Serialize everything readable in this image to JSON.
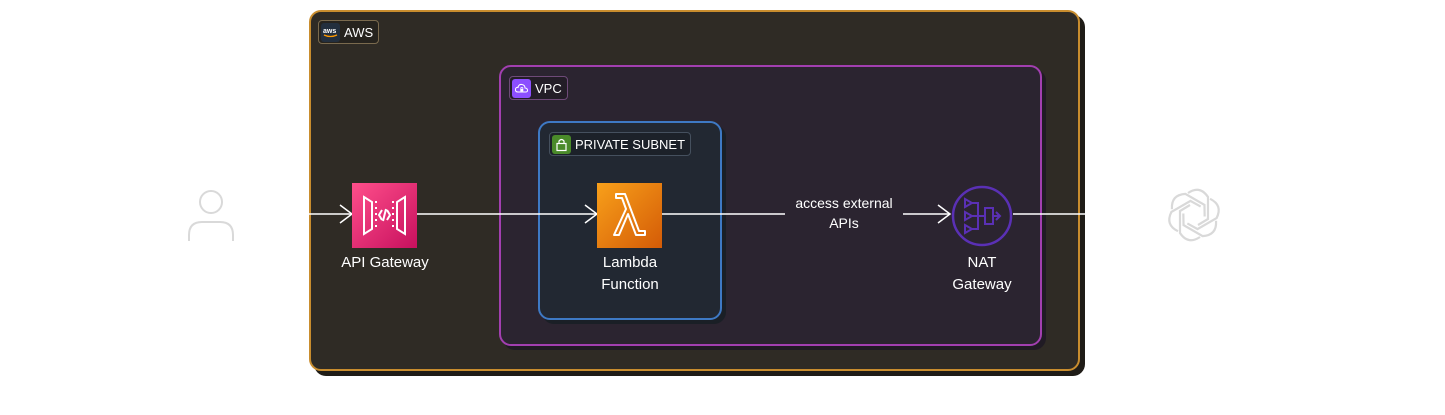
{
  "groups": {
    "aws": {
      "label": "AWS",
      "icon": "aws-logo-icon",
      "color": "#c98d2e"
    },
    "vpc": {
      "label": "VPC",
      "icon": "vpc-cloud-lock-icon",
      "color": "#a23fb0"
    },
    "subnet": {
      "label": "PRIVATE SUBNET",
      "icon": "padlock-icon",
      "color": "#3e79c4"
    }
  },
  "nodes": {
    "user": {
      "icon": "user-icon"
    },
    "api_gateway": {
      "label": "API Gateway",
      "icon": "api-gateway-icon",
      "color": "#e7157b"
    },
    "lambda": {
      "label_line1": "Lambda",
      "label_line2": "Function",
      "icon": "lambda-icon",
      "color": "#ed7100"
    },
    "nat": {
      "label_line1": "NAT",
      "label_line2": "Gateway",
      "icon": "nat-gateway-icon",
      "color": "#5a30b5"
    },
    "openai": {
      "icon": "openai-logo-icon"
    }
  },
  "edges": {
    "lambda_to_nat": {
      "label_line1": "access external",
      "label_line2": "APIs"
    }
  }
}
